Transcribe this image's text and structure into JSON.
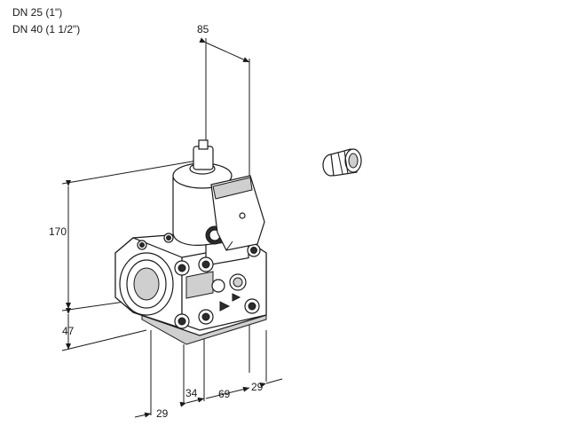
{
  "header": {
    "line1": "DN 25 (1\")",
    "line2": "DN 40 (1 1/2\")"
  },
  "dimensions": {
    "top_width": "85",
    "height_total": "170",
    "height_lower": "47",
    "bottom_left": "29",
    "bottom_34": "34",
    "bottom_69": "69",
    "bottom_right": "29"
  }
}
